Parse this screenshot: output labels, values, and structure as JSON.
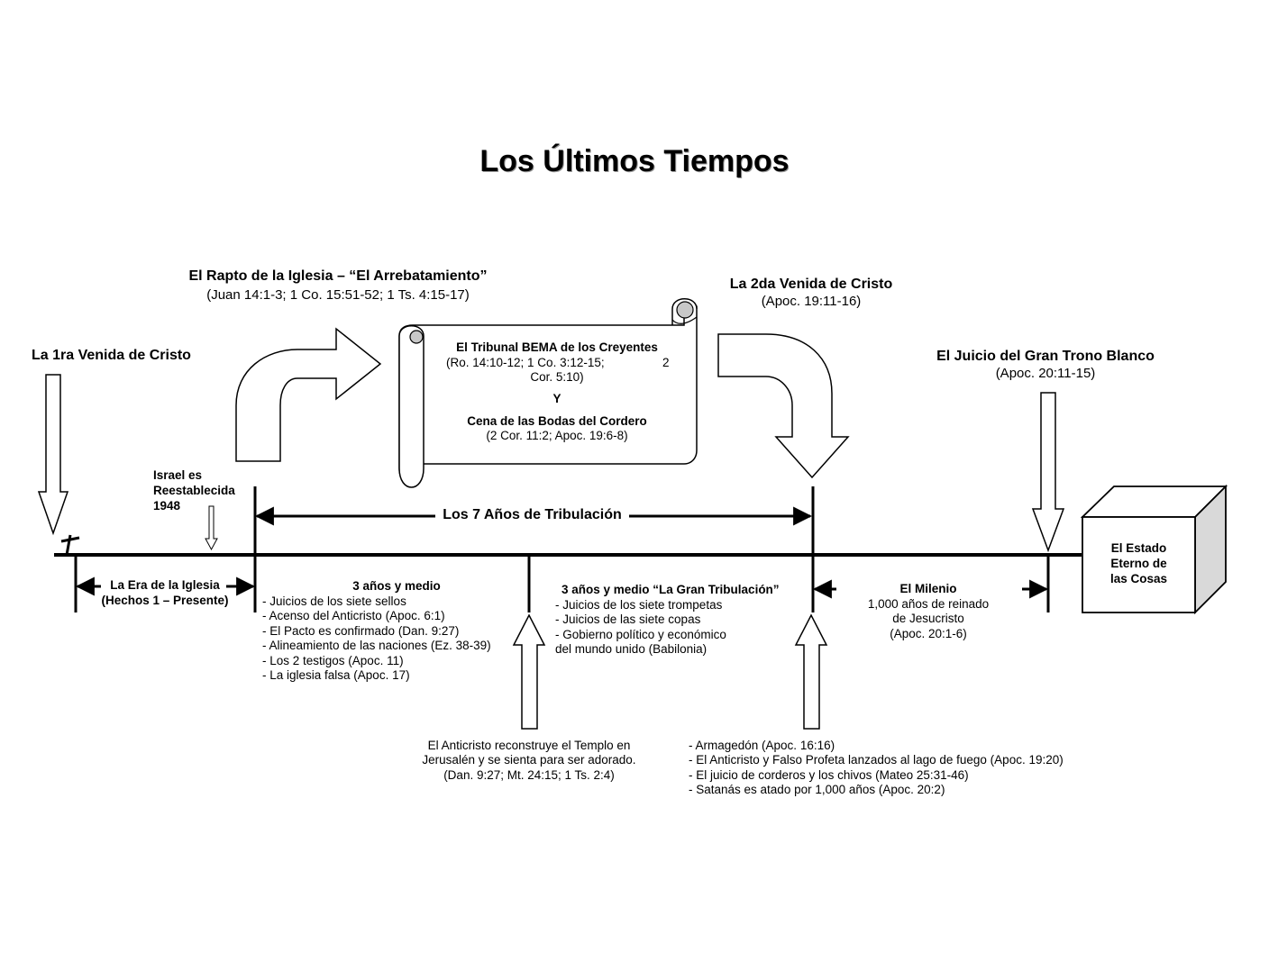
{
  "title": "Los Últimos Tiempos",
  "rapture": {
    "title": "El Rapto de la Iglesia – “El Arrebatamiento”",
    "refs": "(Juan 14:1-3; 1 Co. 15:51-52; 1 Ts. 4:15-17)"
  },
  "second_coming": {
    "title": "La 2da Venida de Cristo",
    "refs": "(Apoc. 19:11-16)"
  },
  "first_coming": {
    "title": "La 1ra Venida de Cristo"
  },
  "white_throne": {
    "title": "El Juicio del Gran Trono Blanco",
    "refs": "(Apoc. 20:11-15)"
  },
  "scroll": {
    "line1_title": "El Tribunal BEMA de los Creyentes",
    "line1_refs_a": "(Ro. 14:10-12; 1 Co. 3:12-15;",
    "line1_refs_b": "2",
    "line1_refs_c": "Cor. 5:10)",
    "conjunction": "Y",
    "line2_title": "Cena de las Bodas del Cordero",
    "line2_refs": "(2 Cor. 11:2; Apoc. 19:6-8)"
  },
  "israel": {
    "lines": [
      "Israel es",
      "Reestablecida",
      "1948"
    ]
  },
  "tribulation": {
    "label": "Los 7 Años de Tribulación"
  },
  "church_age": {
    "line1": "La Era de la Iglesia",
    "line2": "(Hechos 1 – Presente)"
  },
  "first_half": {
    "title": "3 años y medio",
    "items": [
      "- Juicios de los siete sellos",
      "- Acenso del Anticristo (Apoc. 6:1)",
      "- El Pacto es confirmado (Dan. 9:27)",
      "- Alineamiento de las naciones (Ez. 38-39)",
      "- Los 2 testigos (Apoc. 11)",
      "- La iglesia falsa (Apoc. 17)"
    ]
  },
  "second_half": {
    "title": "3 años y medio “La Gran Tribulación”",
    "items": [
      "- Juicios de los siete trompetas",
      "- Juicios de las siete copas",
      "- Gobierno político y económico",
      "del mundo unido (Babilonia)"
    ]
  },
  "millennium": {
    "title": "El Milenio",
    "lines": [
      "1,000 años de reinado",
      "de Jesucristo",
      "(Apoc. 20:1-6)"
    ]
  },
  "eternal": {
    "lines": [
      "El Estado",
      "Eterno de",
      "las Cosas"
    ]
  },
  "antichrist_temple": {
    "lines": [
      "El Anticristo reconstruye el Templo en",
      "Jerusalén y se sienta para ser adorado.",
      "(Dan. 9:27; Mt. 24:15; 1 Ts. 2:4)"
    ]
  },
  "armageddon": {
    "items": [
      "- Armagedón (Apoc. 16:16)",
      "- El Anticristo y Falso Profeta lanzados al lago de fuego (Apoc. 19:20)",
      "- El juicio de corderos y los chivos (Mateo 25:31-46)",
      "- Satanás es atado por 1,000 años (Apoc. 20:2)"
    ]
  },
  "colors": {
    "ink": "#000000",
    "scroll_curl": "#c8c8c8",
    "cube_side": "#d9d9d9"
  },
  "icons": [
    "cross-icon",
    "curved-arrow",
    "down-arrow",
    "up-arrow",
    "scroll",
    "cube"
  ]
}
